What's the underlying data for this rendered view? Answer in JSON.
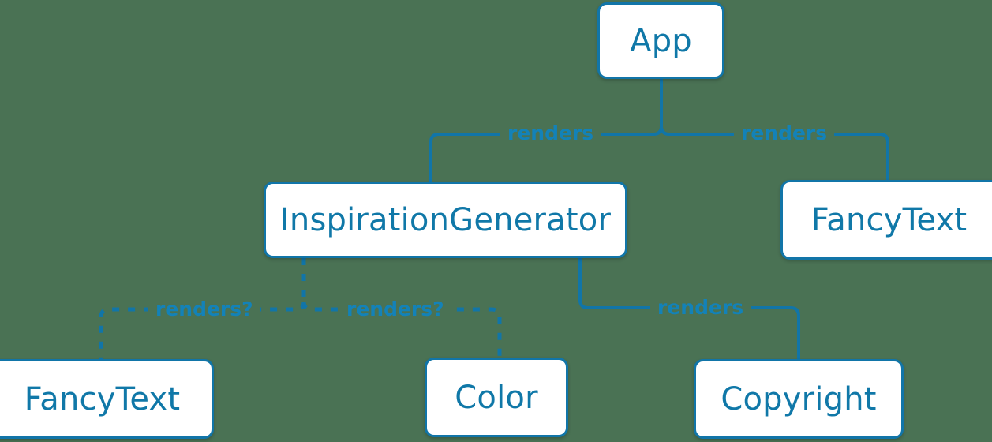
{
  "diagram": {
    "type": "component-tree",
    "background_color": "#4a7254",
    "accent_color": "#1175a8",
    "node_fill_color": "#ffffff",
    "nodes": [
      {
        "id": "app",
        "label": "App"
      },
      {
        "id": "inspiration",
        "label": "InspirationGenerator"
      },
      {
        "id": "fancytext_right",
        "label": "FancyText"
      },
      {
        "id": "fancytext_bottom",
        "label": "FancyText"
      },
      {
        "id": "color",
        "label": "Color"
      },
      {
        "id": "copyright",
        "label": "Copyright"
      }
    ],
    "edges": [
      {
        "from": "app",
        "to": "inspiration",
        "label": "renders",
        "style": "solid"
      },
      {
        "from": "app",
        "to": "fancytext_right",
        "label": "renders",
        "style": "solid"
      },
      {
        "from": "inspiration",
        "to": "fancytext_bottom",
        "label": "renders?",
        "style": "dashed"
      },
      {
        "from": "inspiration",
        "to": "color",
        "label": "renders?",
        "style": "dashed"
      },
      {
        "from": "inspiration",
        "to": "copyright",
        "label": "renders",
        "style": "solid"
      }
    ]
  }
}
